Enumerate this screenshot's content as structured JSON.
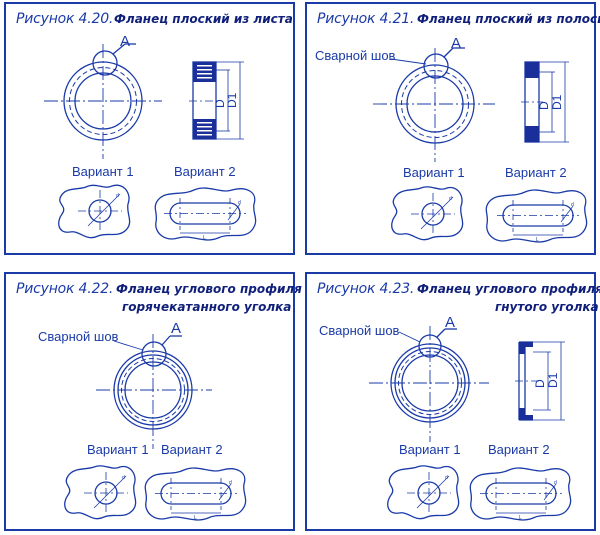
{
  "panels": [
    {
      "figure_label": "Рисунок 4.20.",
      "title_line1": "Фланец плоский из листа",
      "title_line2": "",
      "weld_label": "",
      "detail_letter": "A",
      "variant1": "Вариант 1",
      "variant2": "Вариант 2",
      "dim_d": "D",
      "dim_d1": "D1",
      "dim_l": "L",
      "dim_small": "d"
    },
    {
      "figure_label": "Рисунок 4.21.",
      "title_line1": "Фланец плоский из полосы",
      "title_line2": "",
      "weld_label": "Сварной шов",
      "detail_letter": "A",
      "variant1": "Вариант 1",
      "variant2": "Вариант 2",
      "dim_d": "D",
      "dim_d1": "D1",
      "dim_l": "L",
      "dim_small": "d"
    },
    {
      "figure_label": "Рисунок 4.22.",
      "title_line1": "Фланец углового профиля из",
      "title_line2": "горячекатанного уголка",
      "weld_label": "Сварной шов",
      "detail_letter": "A",
      "variant1": "Вариант 1",
      "variant2": "Вариант 2",
      "dim_d": "",
      "dim_d1": "",
      "dim_l": "L",
      "dim_small": "d"
    },
    {
      "figure_label": "Рисунок 4.23.",
      "title_line1": "Фланец углового профиля из",
      "title_line2": "гнутого уголка",
      "weld_label": "Сварной шов",
      "detail_letter": "A",
      "variant1": "Вариант 1",
      "variant2": "Вариант 2",
      "dim_d": "D",
      "dim_d1": "D1",
      "dim_l": "L",
      "dim_small": "d"
    }
  ],
  "colors": {
    "ink": "#1a3aa8",
    "dark": "#10207a",
    "fill": "#1a2f9a"
  }
}
